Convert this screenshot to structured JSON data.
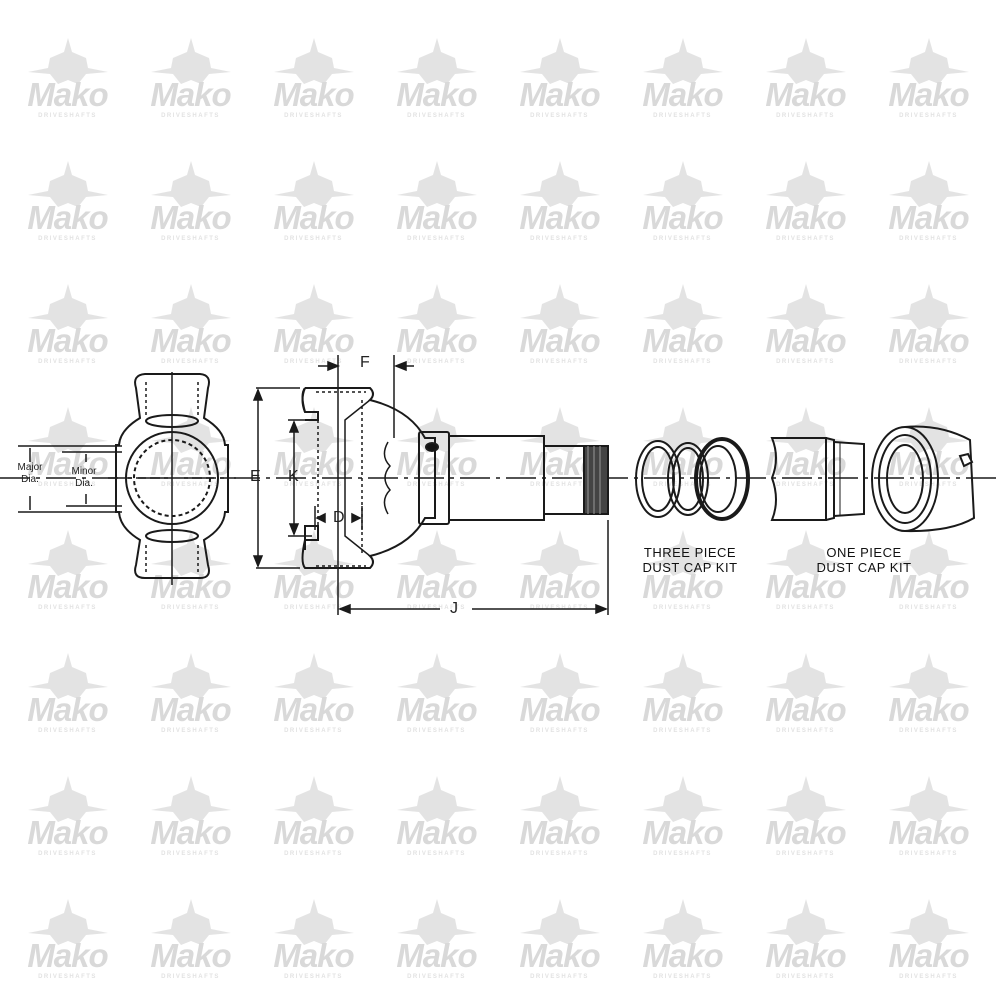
{
  "watermark": {
    "brand": "Mako",
    "tagline": "DRIVESHAFTS",
    "color": "#d9d9d9",
    "rows": 8,
    "cols": 8
  },
  "diagram": {
    "spline_labels": {
      "major": "Major\nDia.",
      "major_line1": "Major",
      "major_line2": "Dia.",
      "minor_line1": "Minor",
      "minor_line2": "Dia."
    },
    "dimensions": {
      "E": "E",
      "K": "K",
      "F": "F",
      "D": "D",
      "J": "J"
    },
    "kits": [
      {
        "line1": "THREE PIECE",
        "line2": "DUST CAP KIT"
      },
      {
        "line1": "ONE PIECE",
        "line2": "DUST CAP KIT"
      }
    ],
    "line_color": "#1a1a1a"
  }
}
